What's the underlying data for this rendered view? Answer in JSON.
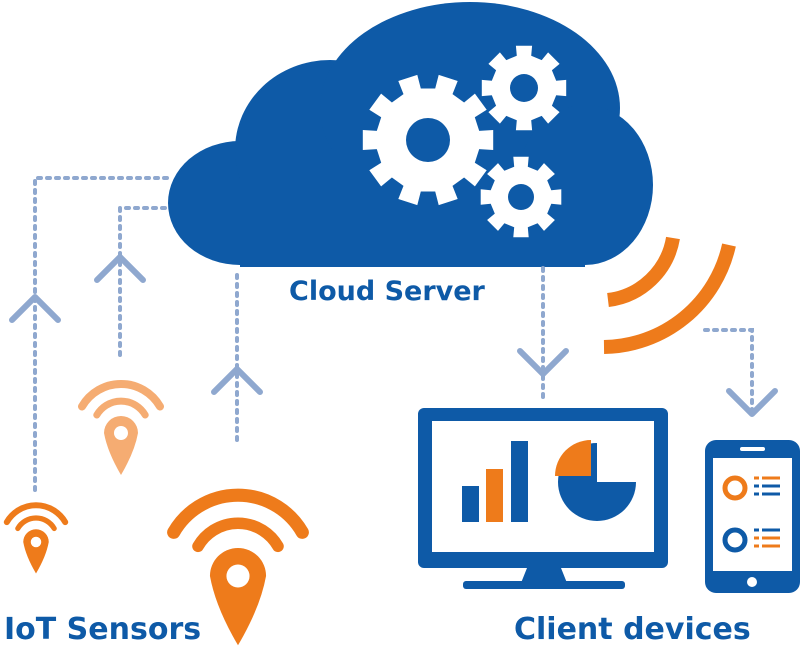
{
  "labels": {
    "cloud_server": "Cloud Server",
    "iot_sensors": "IoT Sensors",
    "client_devices": "Client devices"
  },
  "colors": {
    "blue": "#0E5AA7",
    "orange": "#EE7B1B",
    "light_orange": "#F5AC72",
    "connector": "#8FA8CF",
    "white": "#FFFFFF"
  },
  "icons": {
    "cloud": "cloud-icon",
    "gear": "gear-icon",
    "sensor": "location-pin-wifi-icon",
    "signal": "wireless-signal-icon",
    "monitor": "monitor-icon",
    "phone": "smartphone-icon",
    "arrow": "chevron-arrow-icon"
  }
}
